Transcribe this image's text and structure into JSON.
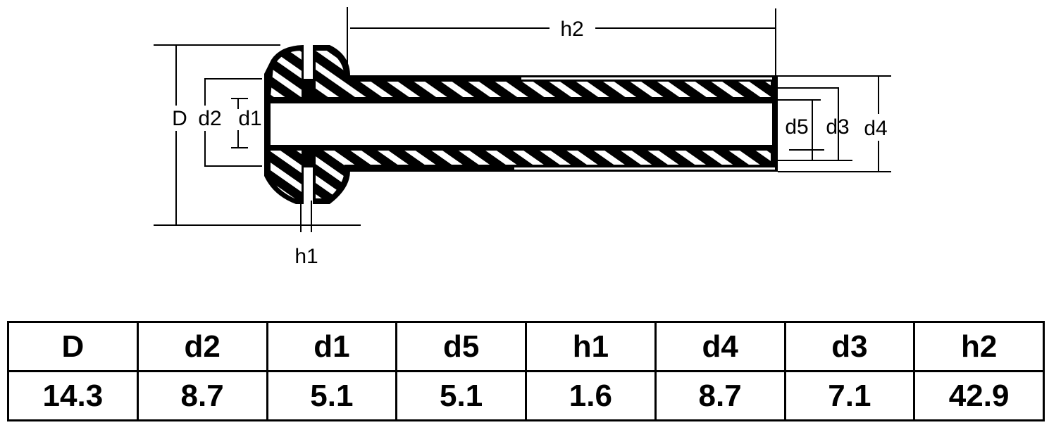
{
  "diagram": {
    "labels": {
      "h2": "h2",
      "D": "D",
      "d2": "d2",
      "d1": "d1",
      "h1": "h1",
      "d5": "d5",
      "d3": "d3",
      "d4": "d4"
    }
  },
  "table": {
    "headers": [
      "D",
      "d2",
      "d1",
      "d5",
      "h1",
      "d4",
      "d3",
      "h2"
    ],
    "values": [
      "14.3",
      "8.7",
      "5.1",
      "5.1",
      "1.6",
      "8.7",
      "7.1",
      "42.9"
    ]
  },
  "colors": {
    "ink": "#000000",
    "paper": "#ffffff"
  }
}
